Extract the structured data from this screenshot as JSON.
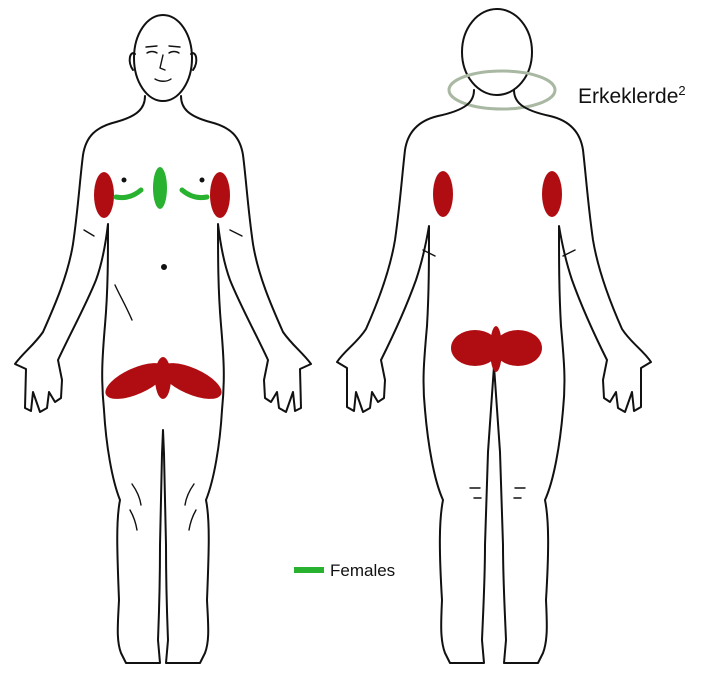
{
  "annotation": {
    "label_base": "Erkeklerde",
    "label_superscript": "2",
    "ring_color": "#a9b8a2"
  },
  "legend": {
    "label": "Females",
    "swatch_color": "#29b22f"
  },
  "colors": {
    "red_marks": "#b00d12",
    "green_marks": "#29b22f",
    "outline": "#111111"
  }
}
